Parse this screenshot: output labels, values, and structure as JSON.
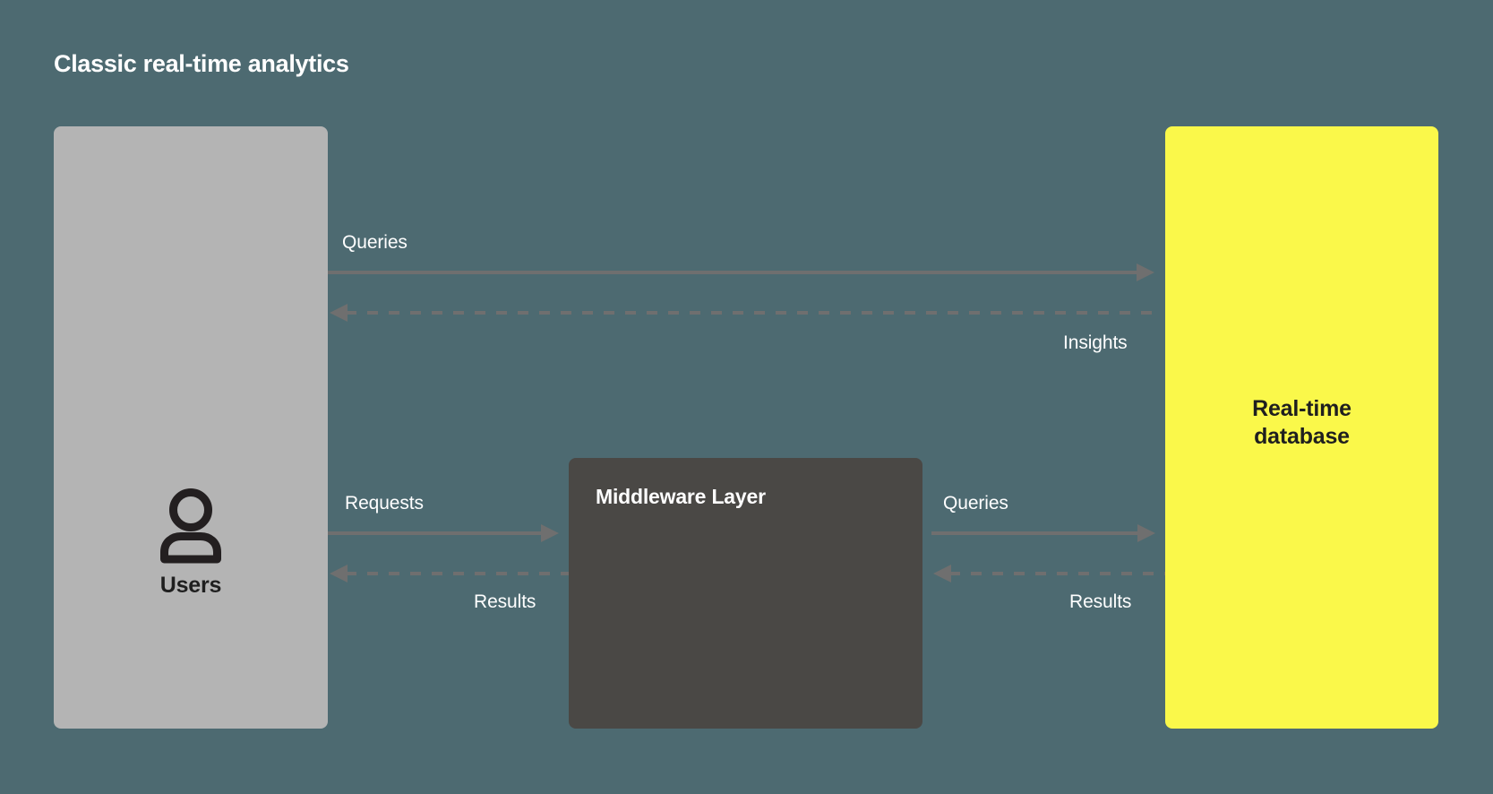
{
  "diagram": {
    "title": "Classic real-time analytics",
    "background_color": "#4d6a71",
    "nodes": [
      {
        "id": "users",
        "label": "Users",
        "icon": "user-icon",
        "fill": "#b4b4b4",
        "text_color": "#1f1f1f"
      },
      {
        "id": "middleware",
        "label": "Middleware Layer",
        "fill": "#4a4845",
        "text_color": "#ffffff"
      },
      {
        "id": "database",
        "label_line1": "Real-time",
        "label_line2": "database",
        "fill": "#faf84a",
        "text_color": "#1f1f1f"
      }
    ],
    "edges": [
      {
        "id": "users-to-db-queries",
        "label": "Queries",
        "style": "solid",
        "direction": "right"
      },
      {
        "id": "db-to-users-insights",
        "label": "Insights",
        "style": "dashed",
        "direction": "left"
      },
      {
        "id": "users-to-middleware-requests",
        "label": "Requests",
        "style": "solid",
        "direction": "right"
      },
      {
        "id": "middleware-to-users-results",
        "label": "Results",
        "style": "dashed",
        "direction": "left"
      },
      {
        "id": "middleware-to-db-queries",
        "label": "Queries",
        "style": "solid",
        "direction": "right"
      },
      {
        "id": "db-to-middleware-results",
        "label": "Results",
        "style": "dashed",
        "direction": "left"
      }
    ],
    "edge_color": "#6f6f6f"
  }
}
